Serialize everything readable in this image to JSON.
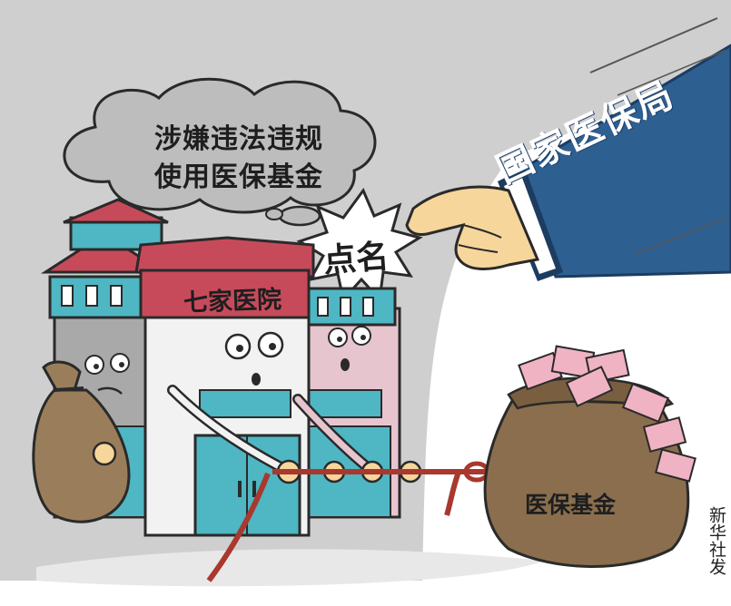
{
  "illustration": {
    "speech_bubble": {
      "line1": "涉嫌违法违规",
      "line2": "使用医保基金"
    },
    "burst": {
      "text": "点名"
    },
    "hospital_sign": {
      "text": "七家医院"
    },
    "sleeve": {
      "text": "国家医保局"
    },
    "fund_bag": {
      "text": "医保基金"
    },
    "credit": {
      "text": "新华社发"
    }
  },
  "colors": {
    "sky": "#cfcfd0",
    "sleeve_blue": "#2d5f91",
    "hospital_teal": "#4fb6c3",
    "sign_red": "#c74a5b",
    "bag_brown": "#8a6e4e",
    "rope": "#a9382e",
    "cash_pink": "#f0b3c4",
    "skin": "#f6d69a"
  },
  "icons": [
    "pointing-hand-icon",
    "money-bag-icon",
    "rope-icon",
    "speech-bubble-icon",
    "burst-icon"
  ]
}
